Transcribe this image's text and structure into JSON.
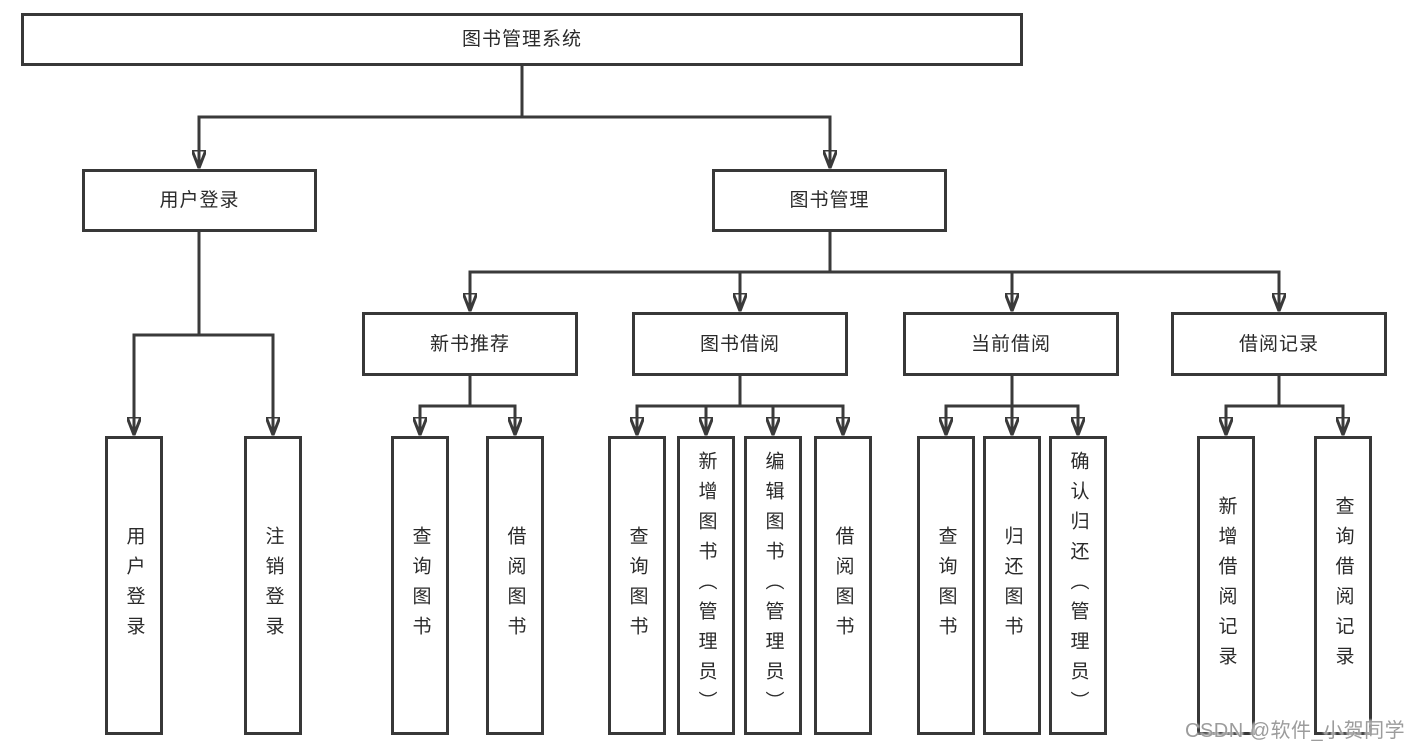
{
  "diagram": {
    "watermark": "CSDN @软件_小贺同学",
    "colors": {
      "line": "#3a3a3a",
      "box_border": "#383838",
      "box_background": "#ffffff",
      "text": "#2a2a2a",
      "watermark_text": "#9c9c9c"
    },
    "tree": {
      "label": "图书管理系统",
      "children": [
        {
          "label": "用户登录",
          "children": [
            {
              "label": "用户登录"
            },
            {
              "label": "注销登录"
            }
          ]
        },
        {
          "label": "图书管理",
          "children": [
            {
              "label": "新书推荐",
              "children": [
                {
                  "label": "查询图书"
                },
                {
                  "label": "借阅图书"
                }
              ]
            },
            {
              "label": "图书借阅",
              "children": [
                {
                  "label": "查询图书"
                },
                {
                  "label": "新增图书（管理员）"
                },
                {
                  "label": "编辑图书（管理员）"
                },
                {
                  "label": "借阅图书"
                }
              ]
            },
            {
              "label": "当前借阅",
              "children": [
                {
                  "label": "查询图书"
                },
                {
                  "label": "归还图书"
                },
                {
                  "label": "确认归还（管理员）"
                }
              ]
            },
            {
              "label": "借阅记录",
              "children": [
                {
                  "label": "新增借阅记录"
                },
                {
                  "label": "查询借阅记录"
                }
              ]
            }
          ]
        }
      ]
    }
  }
}
